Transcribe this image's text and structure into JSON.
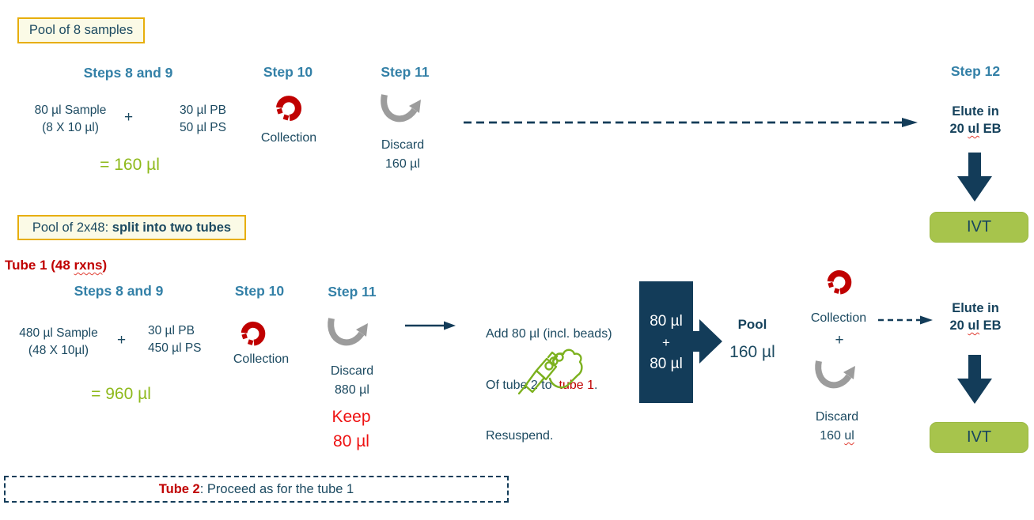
{
  "colors": {
    "teal_heading": "#3380A7",
    "navy_text": "#1C4A61",
    "navy_shape": "#133C59",
    "red_dark": "#C00000",
    "red_bright": "#EE1111",
    "green_text": "#8EB91B",
    "green_box": "#A7C44C",
    "gold_border": "#E7AE0C",
    "gray_arrow": "#9C9C9C",
    "pipette_green": "#7CB11E"
  },
  "icons": {
    "magnet": "magnet-icon",
    "discard_arrow": "curved-discard-arrow-icon",
    "pipette": "pipette-in-hand-icon",
    "down_arrow": "block-down-arrow-icon",
    "merge_arrow": "block-right-arrow-icon",
    "dashed_arrow": "dashed-flow-arrow-icon",
    "solid_arrow": "solid-flow-arrow-icon"
  },
  "row1": {
    "pool_label": "Pool of 8 samples",
    "steps_8_9": "Steps 8 and 9",
    "sample_line1": "80 µl Sample",
    "sample_line2": "(8 X 10 µl)",
    "plus": "+",
    "reagent_line1": "30 µl PB",
    "reagent_line2": "50 µl PS",
    "total": "= 160 µl",
    "step10": "Step 10",
    "collection": "Collection",
    "step11": "Step 11",
    "discard_line1": "Discard",
    "discard_line2": "160 µl",
    "step12": "Step 12",
    "elute_line1": "Elute in",
    "elute_pre": "20 ",
    "elute_ul": "ul",
    "elute_post": " EB",
    "ivt": "IVT"
  },
  "row2": {
    "pool_label_pre": "Pool of 2x48: ",
    "pool_label_bold": "split into two tubes",
    "tube1_pre": "Tube 1 (48 ",
    "tube1_rxns": "rxns",
    "tube1_post": ")",
    "steps_8_9": "Steps 8 and 9",
    "sample_line1": "480 µl Sample",
    "sample_line2": "(48 X 10µl)",
    "plus": "+",
    "reagent_line1": "30 µl PB",
    "reagent_line2": "450 µl PS",
    "total": "= 960 µl",
    "step10": "Step 10",
    "collection": "Collection",
    "step11": "Step 11",
    "discard_line1": "Discard",
    "discard_line2": "880 µl",
    "keep_line1": "Keep",
    "keep_line2": "80 µl",
    "add_line1": "Add 80 µl (incl. beads)",
    "add_line2_pre": "Of tube 2 to ",
    "add_line2_red": " tube 1",
    "add_line2_post": ".",
    "add_line3": "Resuspend.",
    "merge_line1": "80 µl",
    "merge_plus": "+",
    "merge_line2": "80 µl",
    "pool_title": "Pool",
    "pool_volume": "160 µl",
    "collection2": "Collection",
    "plus2": "+",
    "discard2_line1": "Discard",
    "discard2_pre": "160 ",
    "discard2_ul": "ul",
    "elute_line1": "Elute in",
    "elute_pre": "20 ",
    "elute_ul": "ul",
    "elute_post": " EB",
    "ivt": "IVT"
  },
  "tube2": {
    "label_bold": "Tube 2",
    "label_rest": ": Proceed as for the tube 1"
  }
}
